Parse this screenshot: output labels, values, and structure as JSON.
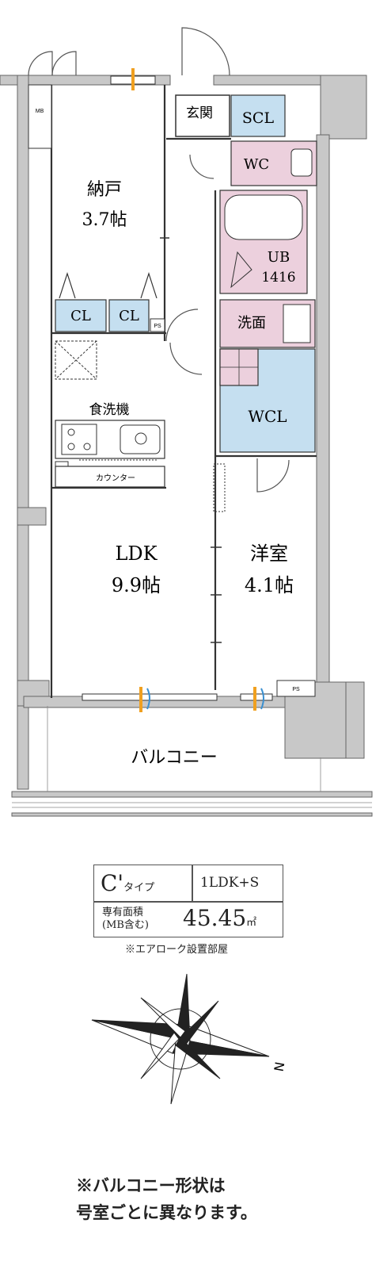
{
  "rooms": {
    "storage": {
      "name": "納戸",
      "size": "3.7帖"
    },
    "closet1": "CL",
    "closet2": "CL",
    "ldk": {
      "name": "LDK",
      "size": "9.9帖"
    },
    "western": {
      "name": "洋室",
      "size": "4.1帖"
    },
    "entrance": "玄関",
    "shoe_closet": "SCL",
    "toilet": "WC",
    "bath": {
      "name": "UB",
      "size": "1416"
    },
    "washroom": "洗面",
    "walk_in_closet": "WCL",
    "balcony": "バルコニー",
    "meter_box": "MB",
    "pipe_space": "PS",
    "dishwasher": "食洗機",
    "counter": "カウンター"
  },
  "info": {
    "type_letter": "C'",
    "type_suffix": "タイプ",
    "layout": "1LDK+S",
    "area_label_line1": "専有面積",
    "area_label_line2": "(MB含む)",
    "area_value": "45.45",
    "area_unit": "㎡",
    "note": "※エアローク設置部屋"
  },
  "compass": {
    "north_label": "N"
  },
  "footer": {
    "line1": "※バルコニー形状は",
    "line2": "号室ごとに異なります。"
  },
  "colors": {
    "wall": "#c8c8c8",
    "blue_room": "#c5dff0",
    "pink_room": "#ecd0dd",
    "line": "#333333",
    "aircon_orange": "#f0a020",
    "aircon_blue": "#3a8fd0"
  }
}
